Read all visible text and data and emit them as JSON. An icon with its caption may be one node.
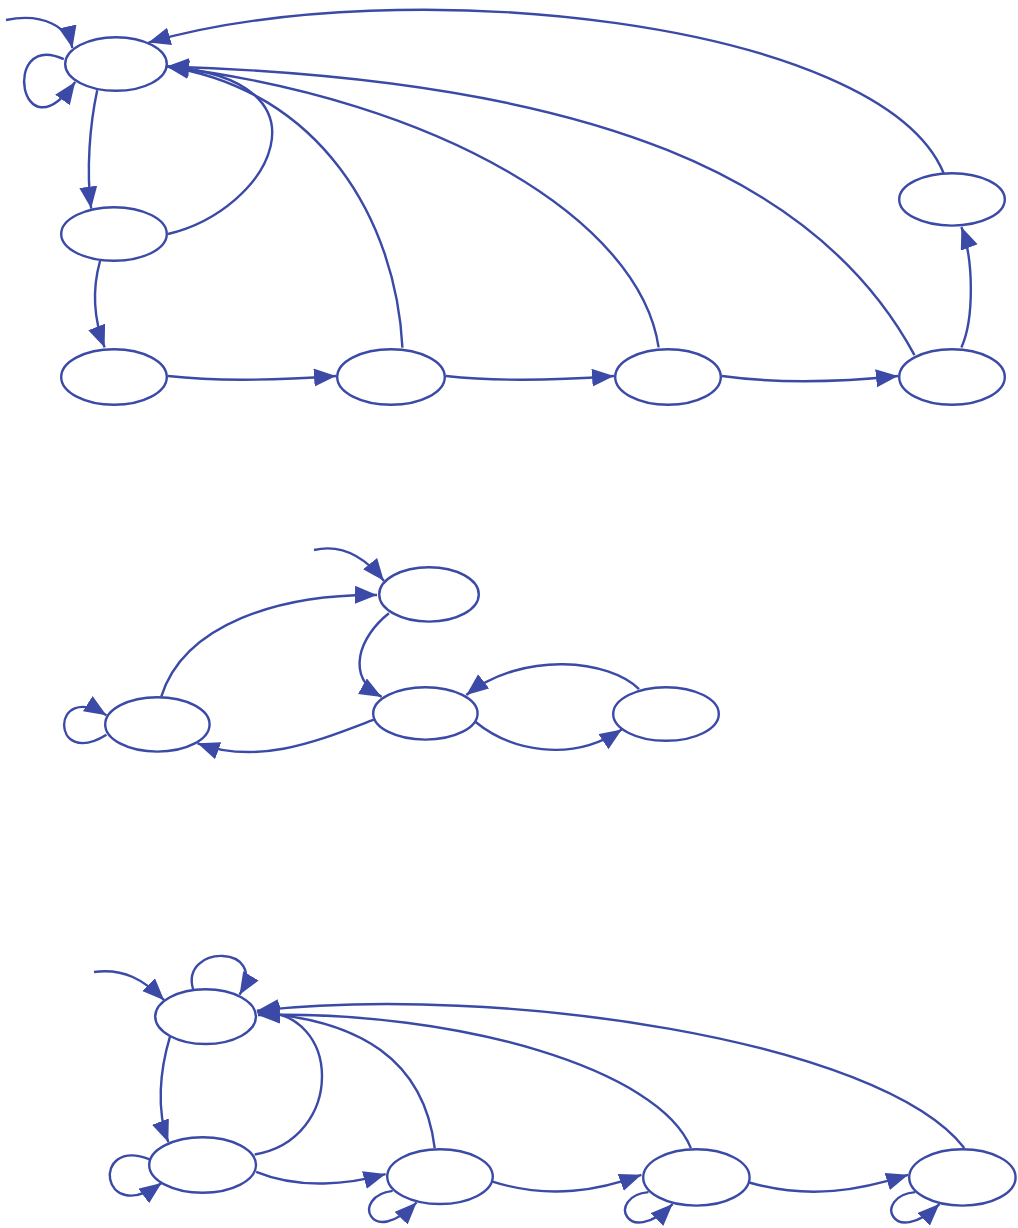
{
  "diagram": {
    "nodes": [
      {
        "text": [],
        "shape": "ellipse"
      },
      {
        "text": [],
        "shape": "ellipse"
      },
      {
        "text": [],
        "shape": "ellipse"
      },
      {
        "text": [],
        "shape": "ellipse"
      },
      {
        "text": [],
        "shape": "ellipse"
      },
      {
        "text": [],
        "shape": "ellipse"
      },
      {
        "text": [],
        "shape": "ellipse"
      },
      {
        "text": [],
        "shape": "ellipse"
      },
      {
        "text": [],
        "shape": "ellipse"
      },
      {
        "text": [],
        "shape": "ellipse"
      },
      {
        "text": [],
        "shape": "ellipse"
      },
      {
        "text": [],
        "shape": "ellipse"
      },
      {
        "text": [],
        "shape": "ellipse"
      },
      {
        "text": [],
        "shape": "ellipse"
      },
      {
        "text": [],
        "shape": "ellipse"
      },
      {
        "text": [],
        "shape": "ellipse"
      }
    ],
    "edges": [
      {
        "from": null,
        "to": 0,
        "arrow": "to"
      },
      {
        "from": 0,
        "to": 0,
        "arrow": "to"
      },
      {
        "from": 0,
        "to": 1,
        "arrow": "to"
      },
      {
        "from": 1,
        "to": 0,
        "arrow": "to"
      },
      {
        "from": 1,
        "to": 3,
        "arrow": "to"
      },
      {
        "from": 3,
        "to": 4,
        "arrow": "to"
      },
      {
        "from": 4,
        "to": 5,
        "arrow": "to"
      },
      {
        "from": 5,
        "to": 6,
        "arrow": "to"
      },
      {
        "from": 6,
        "to": 2,
        "arrow": "to"
      },
      {
        "from": 2,
        "to": 0,
        "arrow": "to"
      },
      {
        "from": 4,
        "to": 0,
        "arrow": "to"
      },
      {
        "from": 5,
        "to": 0,
        "arrow": "to"
      },
      {
        "from": 6,
        "to": 0,
        "arrow": "to"
      },
      {
        "from": null,
        "to": 7,
        "arrow": "to"
      },
      {
        "from": 8,
        "to": 7,
        "arrow": "to"
      },
      {
        "from": 7,
        "to": 9,
        "arrow": "to"
      },
      {
        "from": 9,
        "to": 8,
        "arrow": "to"
      },
      {
        "from": 9,
        "to": 10,
        "arrow": "to"
      },
      {
        "from": 10,
        "to": 9,
        "arrow": "to"
      },
      {
        "from": 8,
        "to": 8,
        "arrow": "to"
      },
      {
        "from": null,
        "to": 11,
        "arrow": "to"
      },
      {
        "from": 11,
        "to": 11,
        "arrow": "to"
      },
      {
        "from": 11,
        "to": 12,
        "arrow": "to"
      },
      {
        "from": 12,
        "to": 11,
        "arrow": "to"
      },
      {
        "from": 12,
        "to": 12,
        "arrow": "to"
      },
      {
        "from": 12,
        "to": 13,
        "arrow": "to"
      },
      {
        "from": 13,
        "to": 13,
        "arrow": "to"
      },
      {
        "from": 13,
        "to": 11,
        "arrow": "to"
      },
      {
        "from": 13,
        "to": 14,
        "arrow": "to"
      },
      {
        "from": 14,
        "to": 14,
        "arrow": "to"
      },
      {
        "from": 14,
        "to": 11,
        "arrow": "to"
      },
      {
        "from": 14,
        "to": 15,
        "arrow": "to"
      },
      {
        "from": 15,
        "to": 15,
        "arrow": "to"
      },
      {
        "from": 15,
        "to": 11,
        "arrow": "to"
      }
    ]
  }
}
